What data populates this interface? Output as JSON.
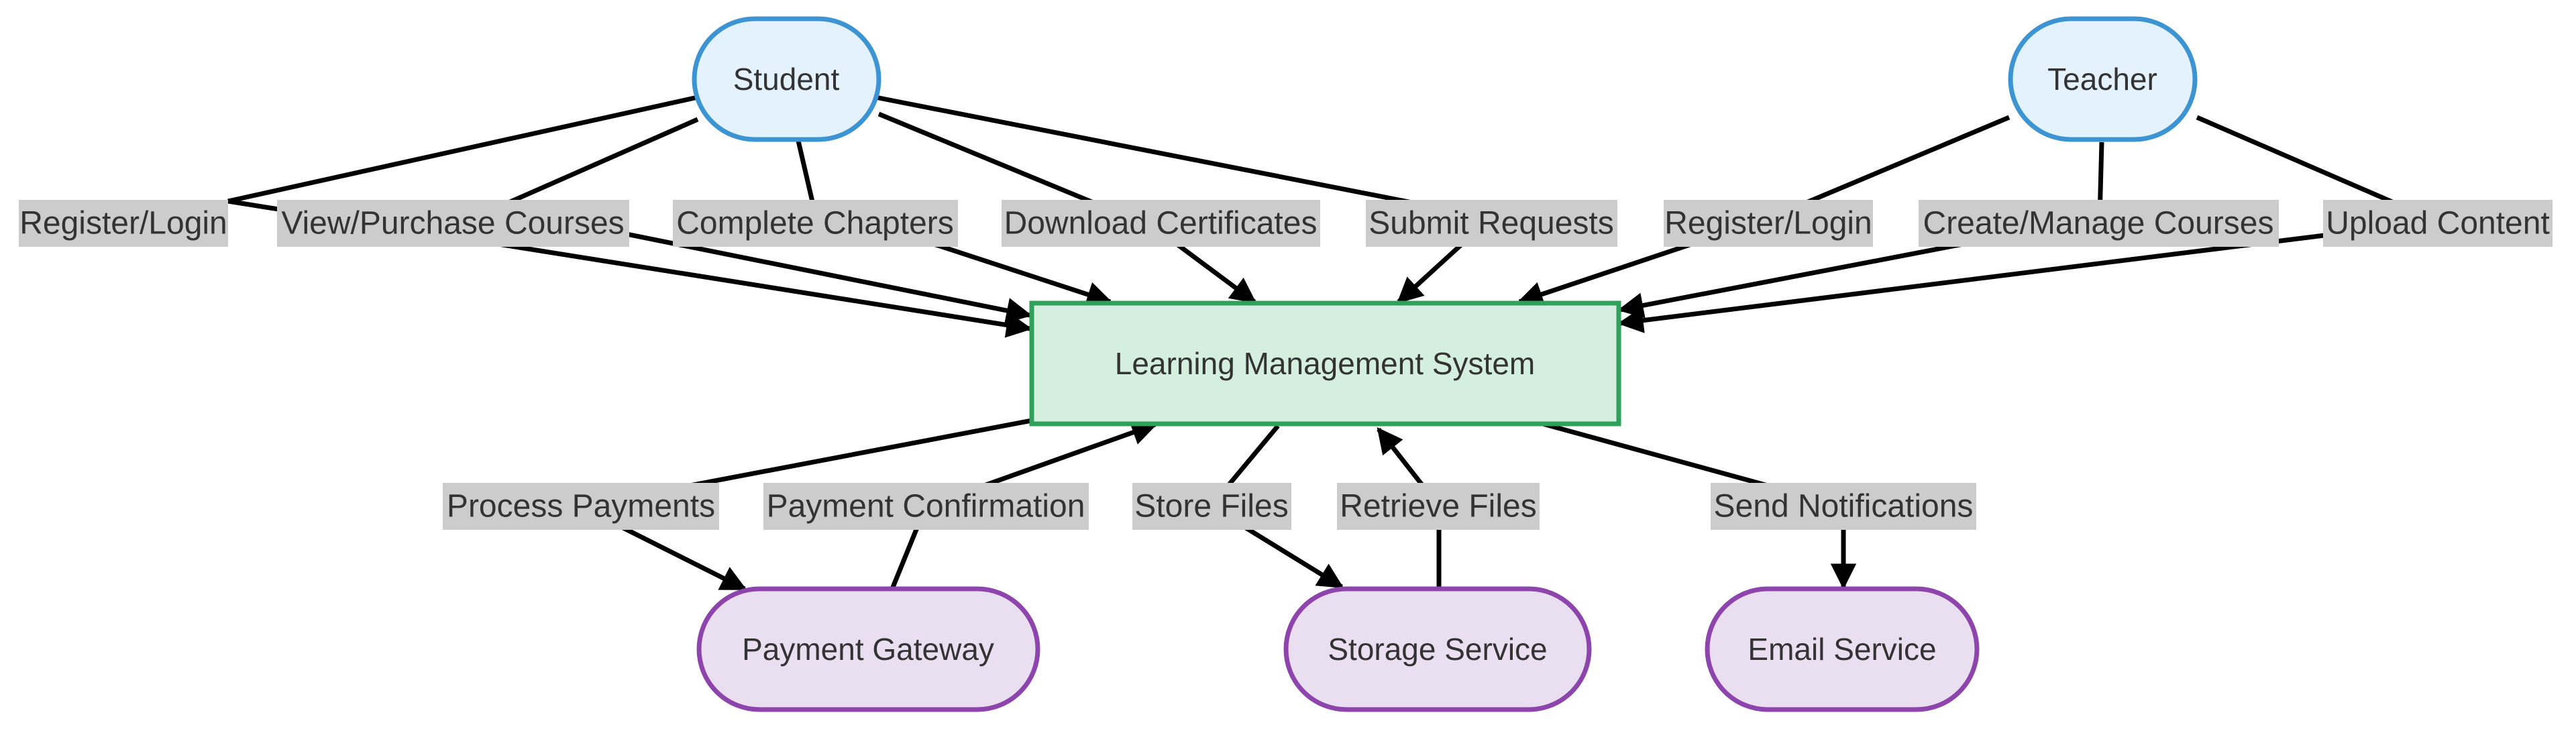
{
  "nodes": {
    "student": {
      "label": "Student"
    },
    "teacher": {
      "label": "Teacher"
    },
    "lms": {
      "label": "Learning Management System"
    },
    "payment": {
      "label": "Payment Gateway"
    },
    "storage": {
      "label": "Storage Service"
    },
    "email": {
      "label": "Email Service"
    }
  },
  "edges": [
    {
      "id": "student-register",
      "label": "Register/Login",
      "from": "Student",
      "to": "Learning Management System"
    },
    {
      "id": "student-view",
      "label": "View/Purchase Courses",
      "from": "Student",
      "to": "Learning Management System"
    },
    {
      "id": "student-complete",
      "label": "Complete Chapters",
      "from": "Student",
      "to": "Learning Management System"
    },
    {
      "id": "student-download",
      "label": "Download Certificates",
      "from": "Student",
      "to": "Learning Management System"
    },
    {
      "id": "student-submit",
      "label": "Submit Requests",
      "from": "Student",
      "to": "Learning Management System"
    },
    {
      "id": "teacher-register",
      "label": "Register/Login",
      "from": "Teacher",
      "to": "Learning Management System"
    },
    {
      "id": "teacher-create",
      "label": "Create/Manage Courses",
      "from": "Teacher",
      "to": "Learning Management System"
    },
    {
      "id": "teacher-upload",
      "label": "Upload Content",
      "from": "Teacher",
      "to": "Learning Management System"
    },
    {
      "id": "lms-payments",
      "label": "Process Payments",
      "from": "Learning Management System",
      "to": "Payment Gateway"
    },
    {
      "id": "payment-confirm",
      "label": "Payment Confirmation",
      "from": "Payment Gateway",
      "to": "Learning Management System"
    },
    {
      "id": "lms-store",
      "label": "Store Files",
      "from": "Learning Management System",
      "to": "Storage Service"
    },
    {
      "id": "storage-retrieve",
      "label": "Retrieve Files",
      "from": "Storage Service",
      "to": "Learning Management System"
    },
    {
      "id": "lms-notify",
      "label": "Send Notifications",
      "from": "Learning Management System",
      "to": "Email Service"
    }
  ],
  "colors": {
    "actor_fill": "#e3f2fd",
    "actor_stroke": "#3c95d2",
    "system_fill": "#d4eedf",
    "system_stroke": "#2ea15a",
    "service_fill": "#eadff0",
    "service_stroke": "#8e44ad",
    "edge_label_bg": "#cccccc",
    "edge_stroke": "#000000"
  }
}
